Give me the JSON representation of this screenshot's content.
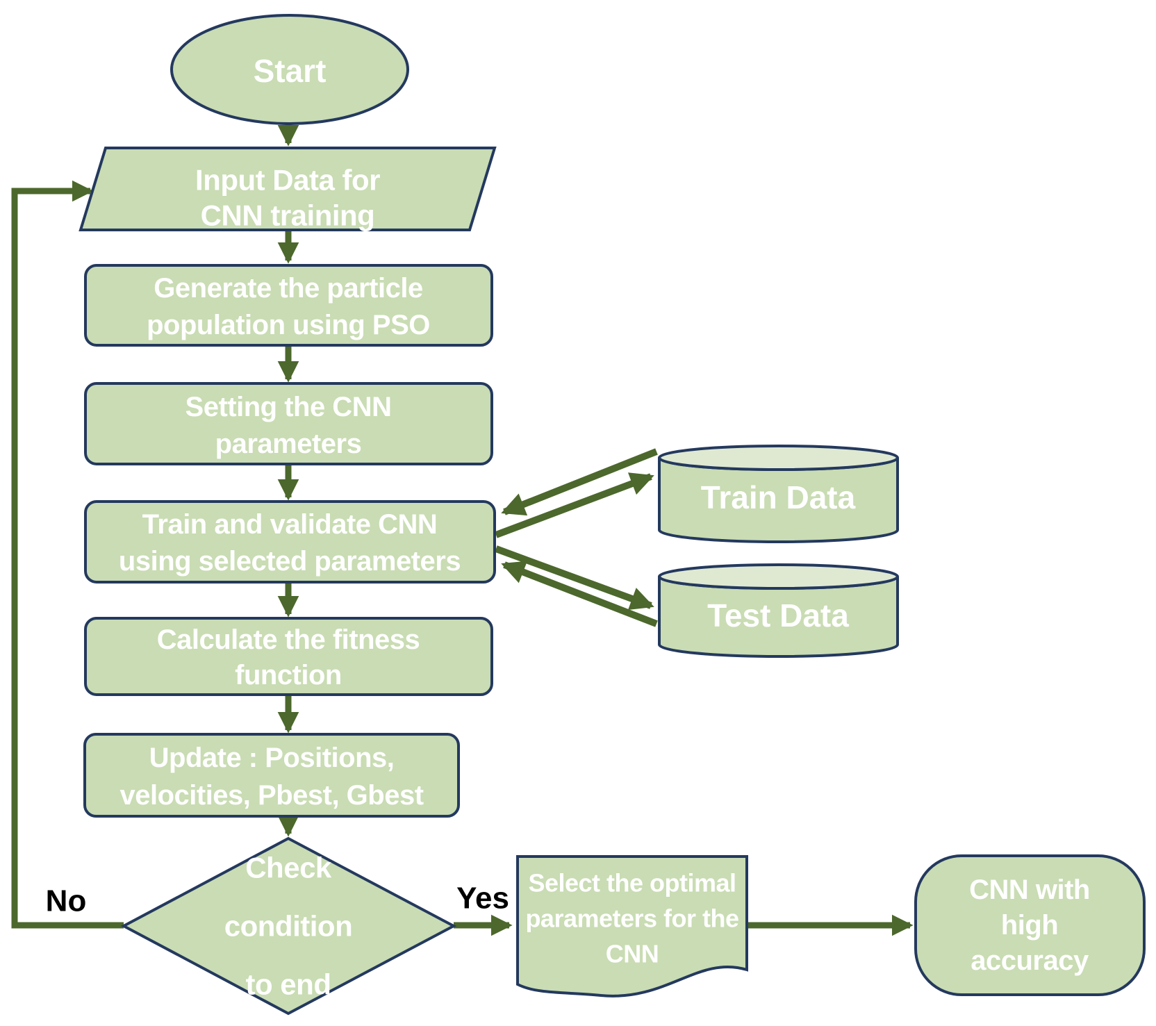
{
  "colors": {
    "shape_fill": "#c9dcb3",
    "shape_fill_light": "#dfe9d2",
    "shape_border": "#24395e",
    "arrow_color": "#4c682c",
    "node_text": "#ffffff",
    "edge_label": "#000000",
    "background": "#ffffff"
  },
  "nodes": {
    "start": {
      "label": "Start"
    },
    "input": {
      "line1": "Input Data for",
      "line2": "CNN training"
    },
    "generate": {
      "line1": "Generate the particle",
      "line2": "population using PSO"
    },
    "setting": {
      "line1": "Setting the CNN",
      "line2": "parameters"
    },
    "train": {
      "line1": "Train and validate CNN",
      "line2": "using selected parameters"
    },
    "calculate": {
      "line1": "Calculate the fitness",
      "line2": "function"
    },
    "update": {
      "line1": "Update : Positions,",
      "line2": "velocities, Pbest, Gbest"
    },
    "decision": {
      "line1": "Check",
      "line2": "condition",
      "line3": "to end"
    },
    "select": {
      "line1": "Select the optimal",
      "line2": "parameters for the",
      "line3": "CNN"
    },
    "result": {
      "line1": "CNN with",
      "line2": "high",
      "line3": "accuracy"
    },
    "train_data": {
      "label": "Train Data"
    },
    "test_data": {
      "label": "Test Data"
    }
  },
  "edges": {
    "no_label": "No",
    "yes_label": "Yes"
  }
}
